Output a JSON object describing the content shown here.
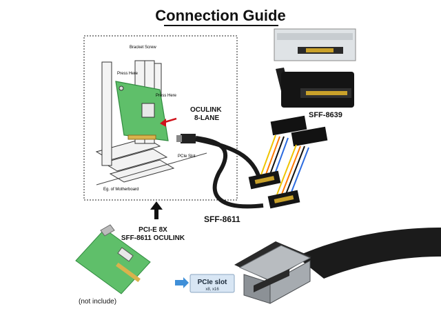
{
  "title": "Connection Guide",
  "diagram": {
    "bracket_screw": "Bracket Screw",
    "press_here_top": "Press Here",
    "press_here_right": "Press Here",
    "pcie_slot_label": "PCIe Slot",
    "motherboard_label": "Eg. of Motherboard",
    "oculink_line1": "OCULINK",
    "oculink_line2": "8-LANE"
  },
  "labels": {
    "sff8639": "SFF-8639",
    "sff8611": "SFF-8611",
    "pcie_line1": "PCI-E 8X",
    "pcie_line2": "SFF-8611 OCULINK",
    "not_include": "(not include)",
    "pcie_slot_badge_main": "PCIe slot",
    "pcie_slot_badge_sub": "x8, x16"
  },
  "colors": {
    "pcb_green": "#5fbf6a",
    "pcb_dark": "#2f8a3e",
    "cable_black": "#1a1a1a",
    "connector_silver": "#b8bcc0",
    "badge_blue": "#d8e6f4"
  }
}
